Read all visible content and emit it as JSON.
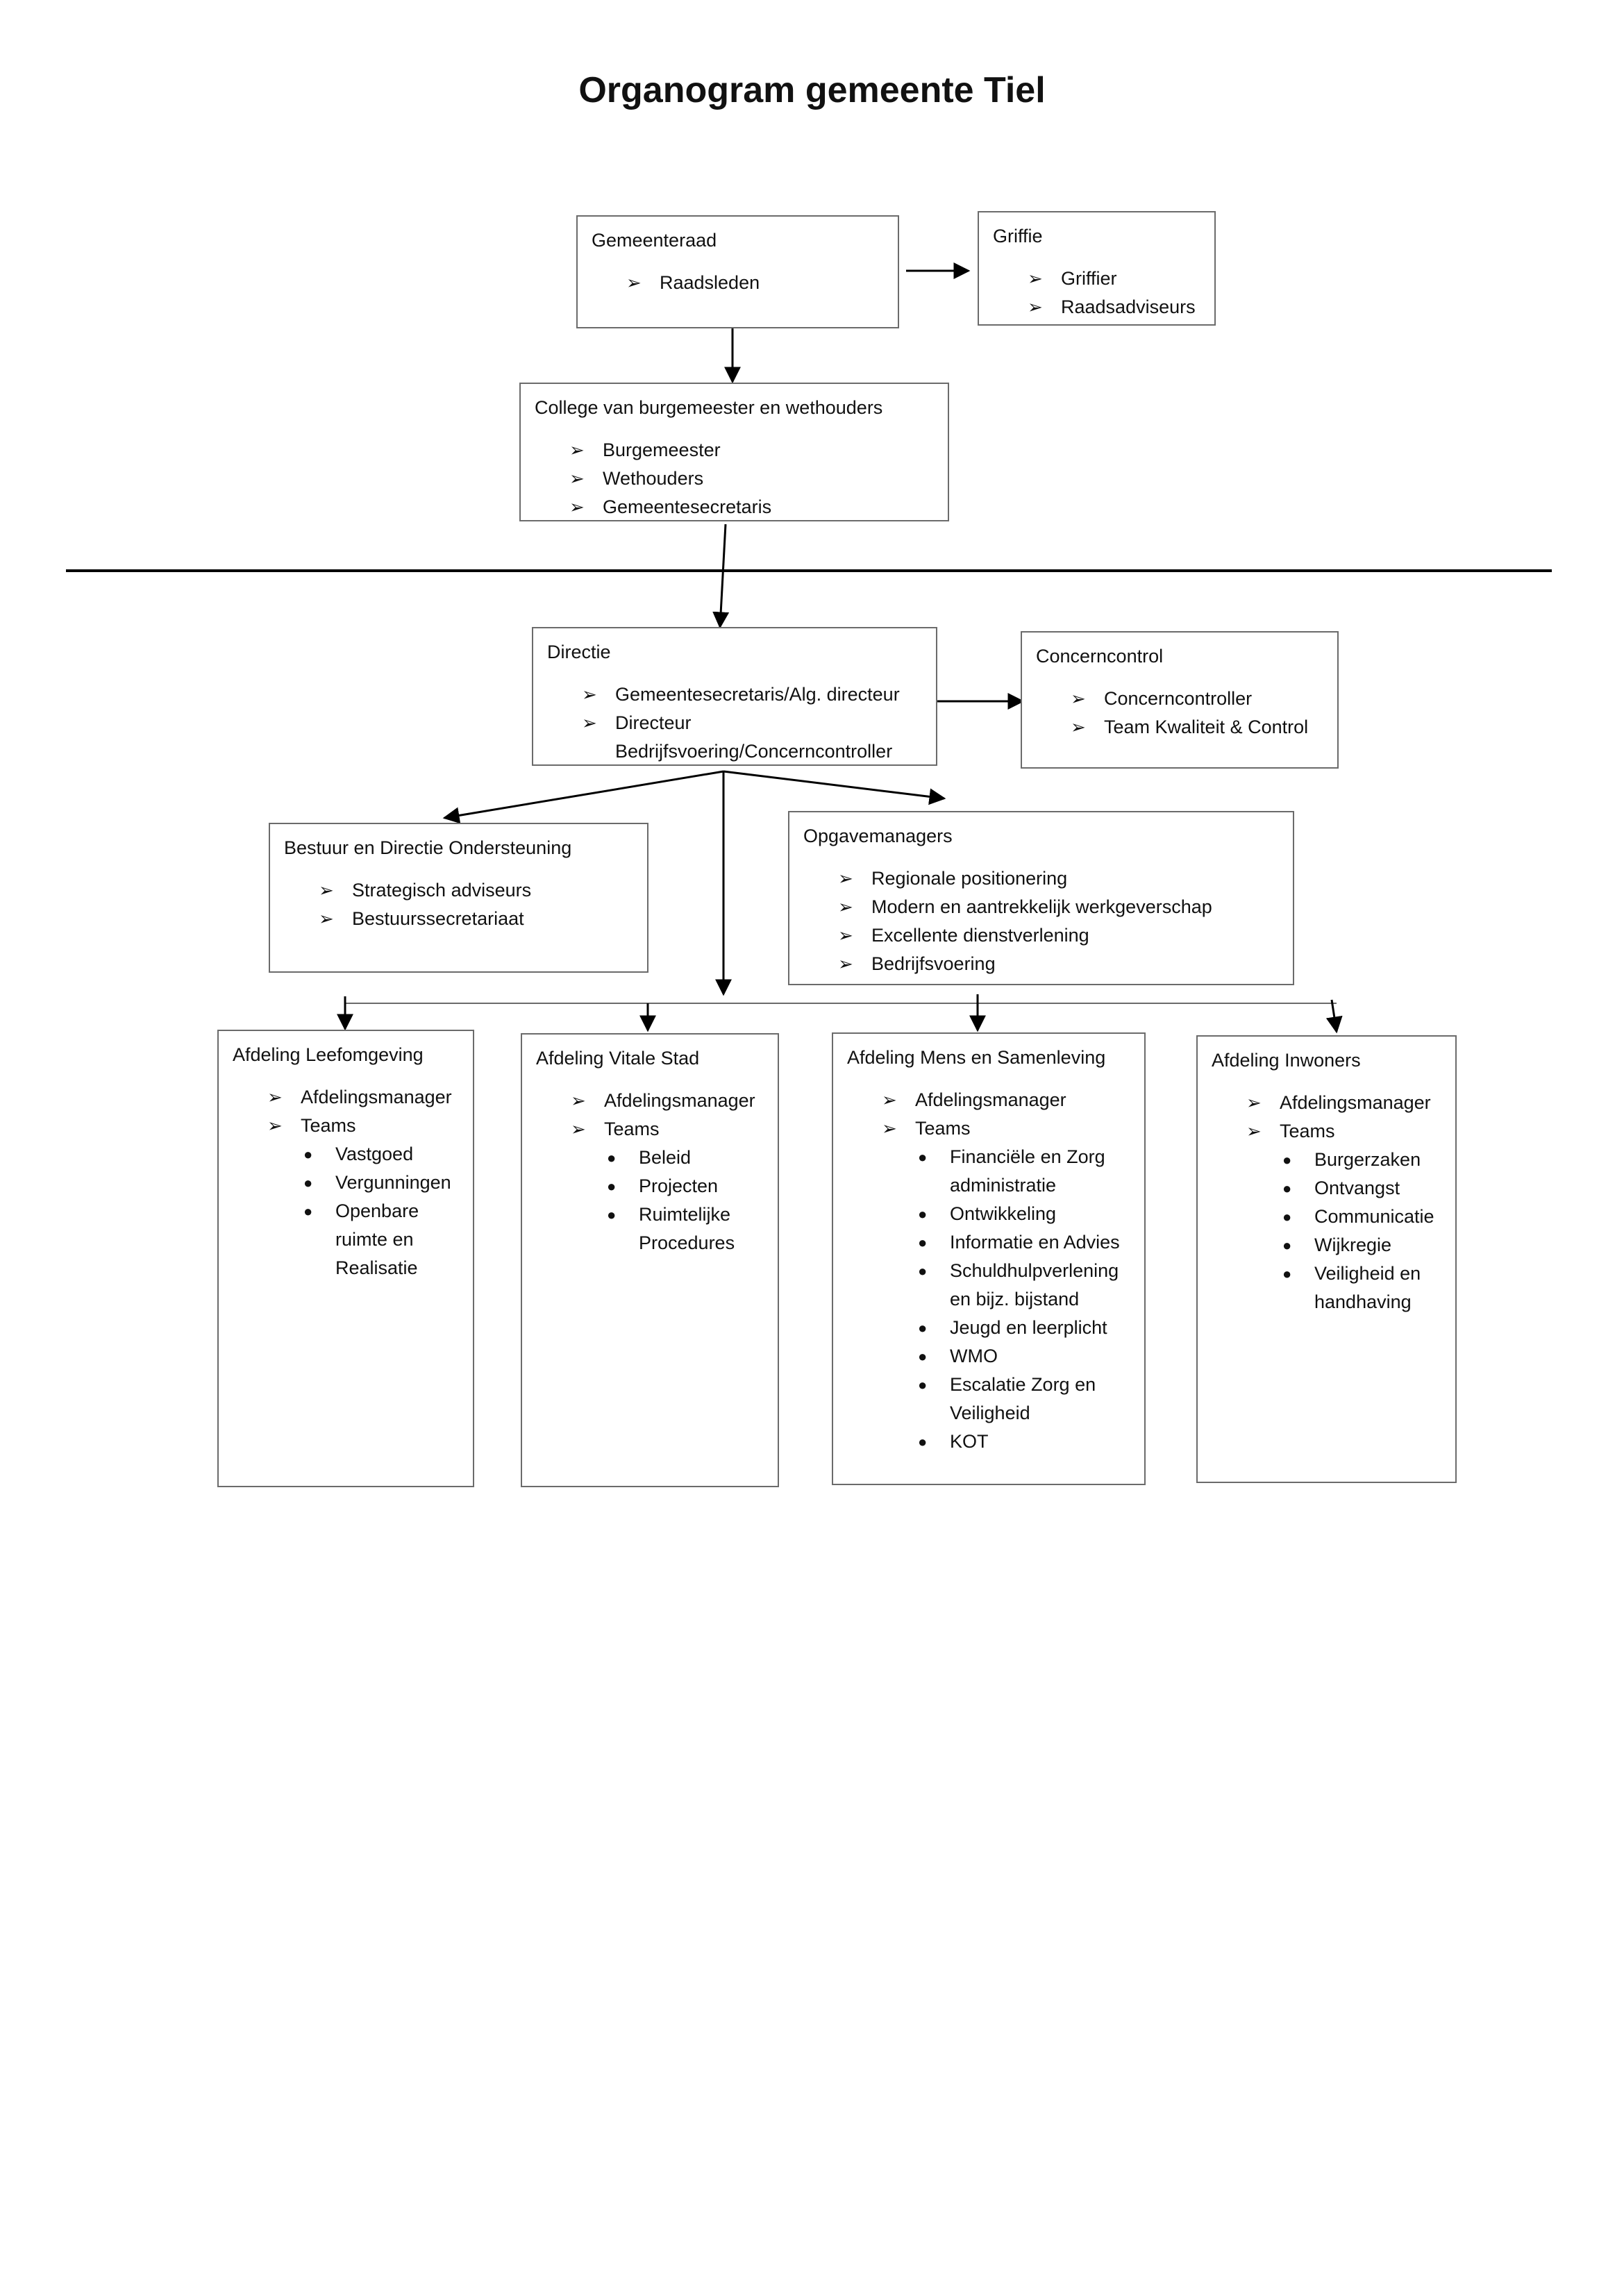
{
  "title": "Organogram gemeente Tiel",
  "boxes": {
    "gemeenteraad": {
      "title": "Gemeenteraad",
      "items": [
        "Raadsleden"
      ]
    },
    "griffie": {
      "title": "Griffie",
      "items": [
        "Griffier",
        "Raadsadviseurs"
      ]
    },
    "college": {
      "title": "College van burgemeester en wethouders",
      "items": [
        "Burgemeester",
        "Wethouders",
        "Gemeentesecretaris"
      ]
    },
    "directie": {
      "title": "Directie",
      "items": [
        "Gemeentesecretaris/Alg. directeur",
        "Directeur Bedrijfsvoering/Concerncontroller"
      ]
    },
    "concerncontrol": {
      "title": "Concerncontrol",
      "items": [
        "Concerncontroller",
        "Team Kwaliteit & Control"
      ]
    },
    "bestuur": {
      "title": "Bestuur en Directie Ondersteuning",
      "items": [
        "Strategisch adviseurs",
        "Bestuurssecretariaat"
      ]
    },
    "opgavemanagers": {
      "title": "Opgavemanagers",
      "items": [
        "Regionale positionering",
        "Modern en aantrekkelijk werkgeverschap",
        "Excellente dienstverlening",
        "Bedrijfsvoering"
      ]
    },
    "leefomgeving": {
      "title": "Afdeling Leefomgeving",
      "items": [
        "Afdelingsmanager",
        "Teams"
      ],
      "teams": [
        "Vastgoed",
        "Vergunningen",
        "Openbare ruimte en Realisatie"
      ]
    },
    "vitale_stad": {
      "title": "Afdeling Vitale Stad",
      "items": [
        "Afdelingsmanager",
        "Teams"
      ],
      "teams": [
        "Beleid",
        "Projecten",
        "Ruimtelijke Procedures"
      ]
    },
    "mens_samenleving": {
      "title": "Afdeling Mens en Samenleving",
      "items": [
        "Afdelingsmanager",
        "Teams"
      ],
      "teams": [
        "Financiële en Zorg administratie",
        "Ontwikkeling",
        "Informatie en Advies",
        "Schuldhulpverlening en bijz. bijstand",
        "Jeugd en leerplicht",
        "WMO",
        "Escalatie Zorg en Veiligheid",
        "KOT"
      ]
    },
    "inwoners": {
      "title": "Afdeling Inwoners",
      "items": [
        "Afdelingsmanager",
        "Teams"
      ],
      "teams": [
        "Burgerzaken",
        "Ontvangst",
        "Communicatie",
        "Wijkregie",
        "Veiligheid en handhaving"
      ]
    }
  },
  "icons": {
    "item_marker": "arrow-bullet-icon",
    "team_marker": "dot-bullet-icon",
    "line_color": "#000000",
    "border_color": "#6b6b6b"
  }
}
